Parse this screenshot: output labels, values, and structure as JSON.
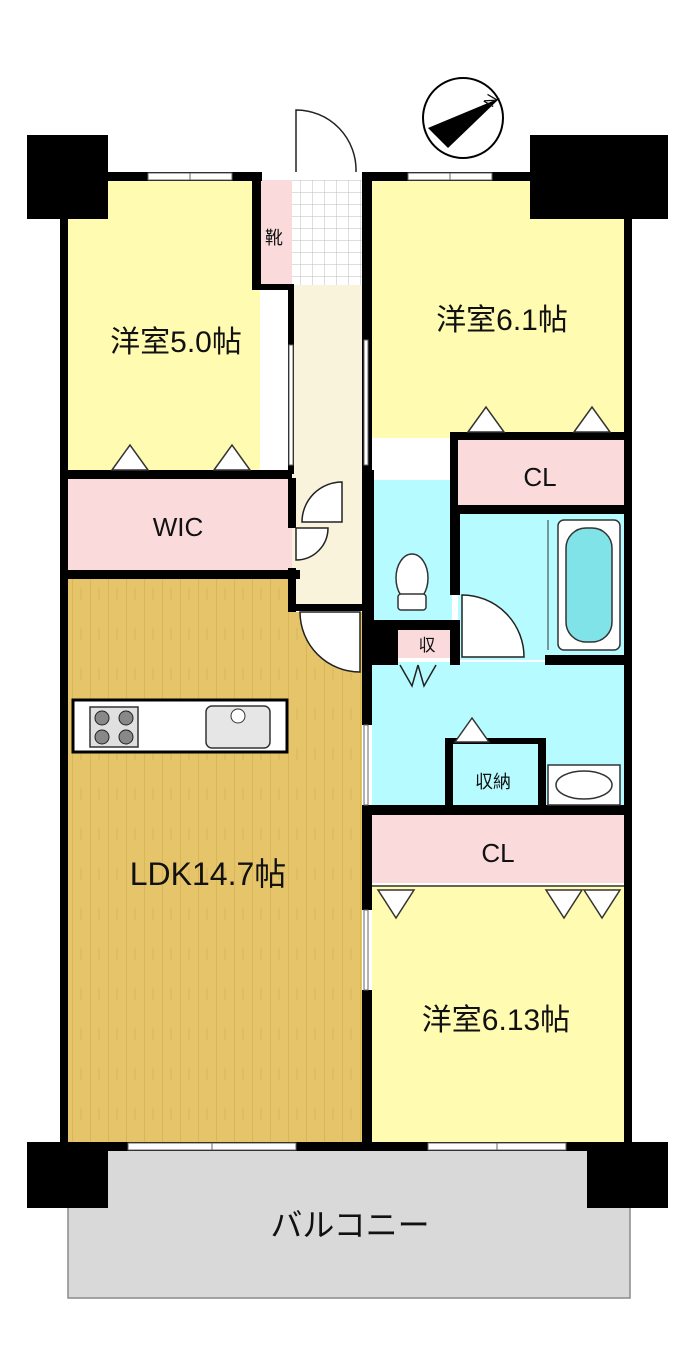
{
  "rooms": {
    "western_room_1": "洋室5.0帖",
    "western_room_2": "洋室6.1帖",
    "western_room_3": "洋室6.13帖",
    "ldk": "LDK14.7帖",
    "wic": "WIC",
    "closet_1": "CL",
    "closet_2": "CL",
    "shoe_storage": "靴",
    "small_storage": "収",
    "storage": "収納",
    "balcony": "バルコニー"
  },
  "compass": {
    "north": "N"
  },
  "colors": {
    "western_room": "#fffbb0",
    "storage": "#fadadb",
    "wet_area": "#b5fbff",
    "hallway": "#faf3dc",
    "ldk_floor": "#e6c56a",
    "balcony": "#d9d9d9",
    "wall": "#000000"
  }
}
